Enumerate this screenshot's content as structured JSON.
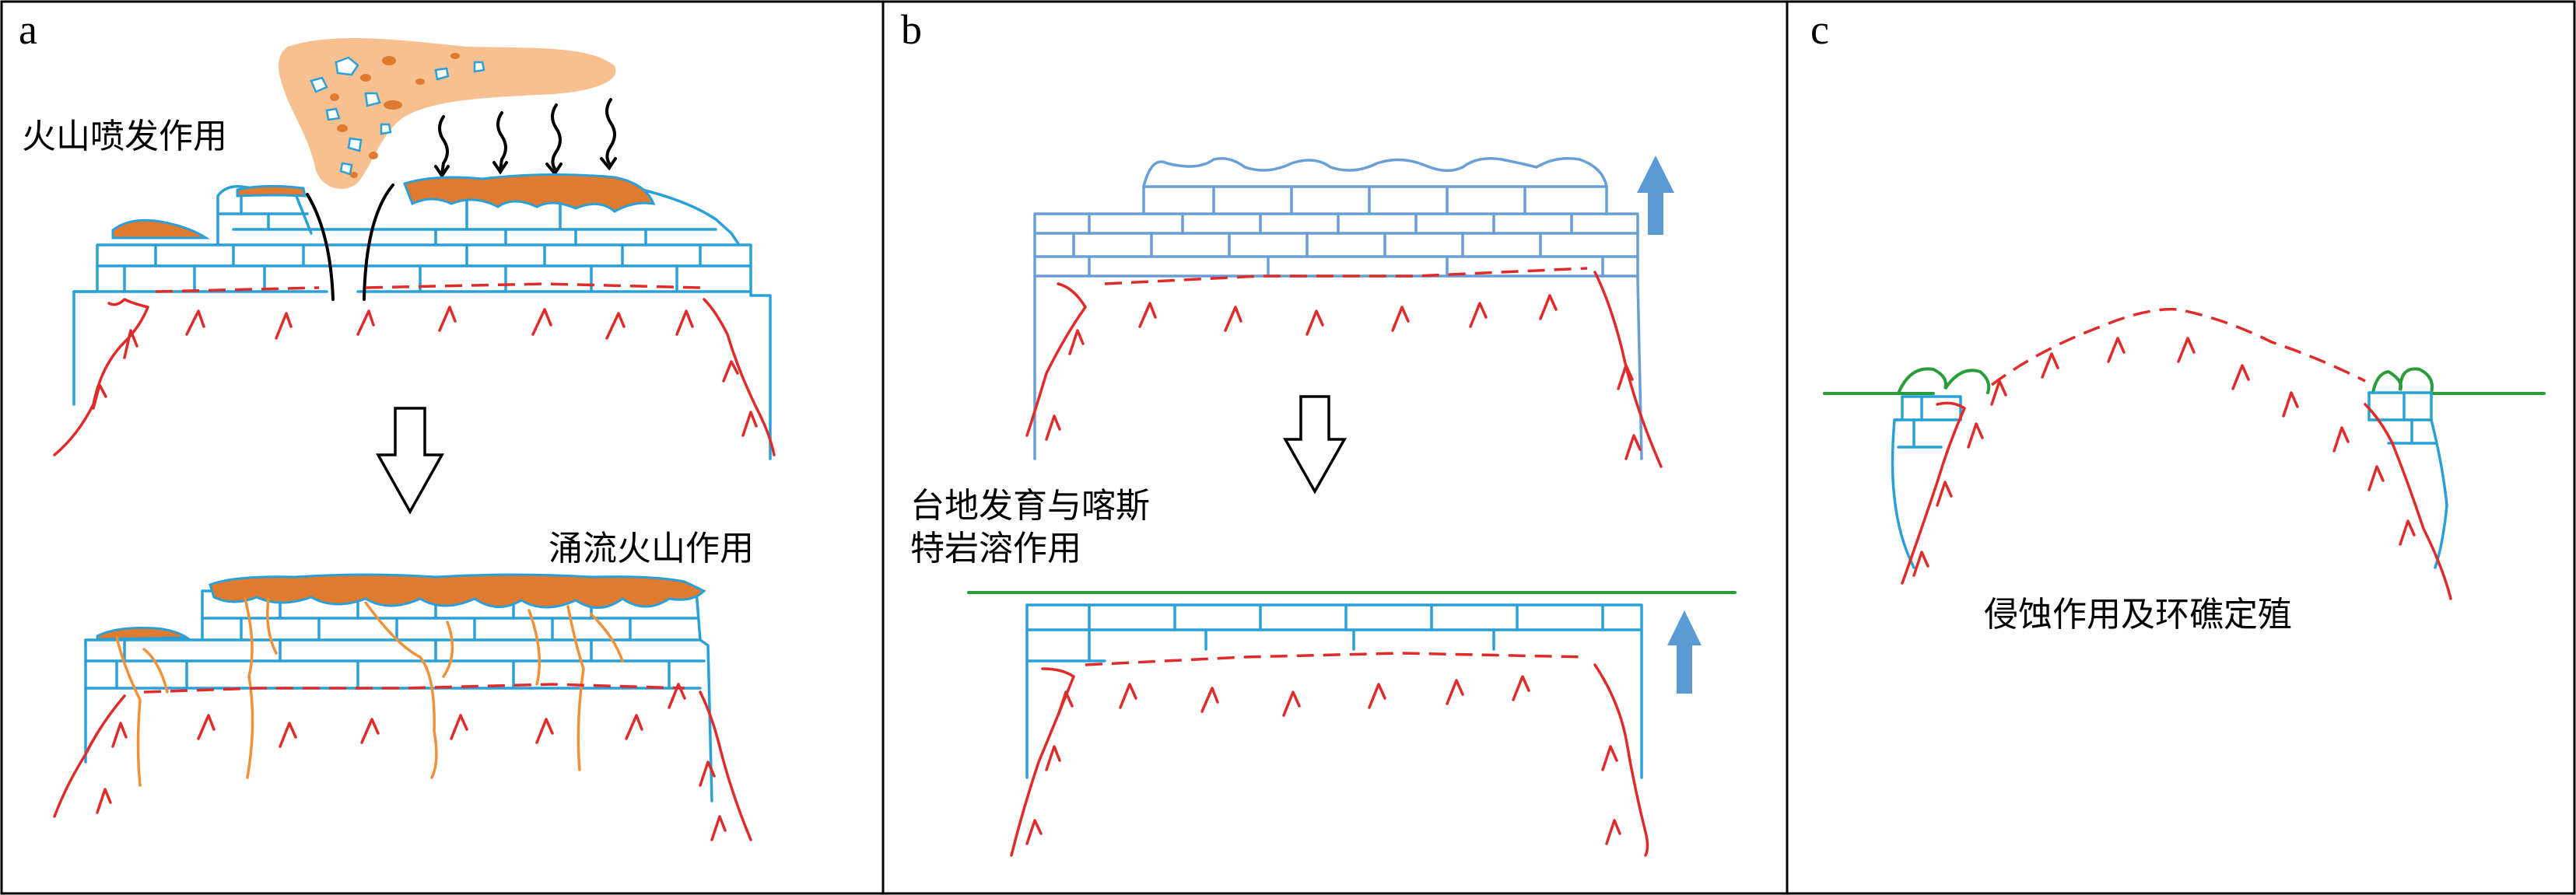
{
  "panels": {
    "a": {
      "letter": "a",
      "label_eruption": "火山喷发作用",
      "label_flood": "涌流火山作用"
    },
    "b": {
      "letter": "b",
      "label_line1": "台地发育与喀斯",
      "label_line2": "特岩溶作用"
    },
    "c": {
      "letter": "c",
      "label_caption": "侵蚀作用及环礁定殖"
    }
  },
  "colors": {
    "limestone": "#2aa0d8",
    "basement": "#e02b2b",
    "lava": "#e07a2e",
    "ash_cloud": "#f7c090",
    "dike": "#f0913a",
    "sea_level": "#2a9c3c",
    "uplift_arrow": "#5b9bd5"
  }
}
